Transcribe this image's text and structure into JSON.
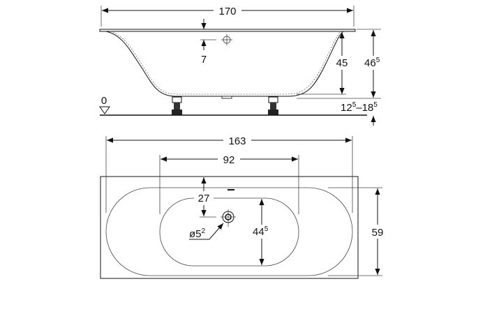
{
  "side_view": {
    "length": "170",
    "overflow_offset": "7",
    "inner_depth": "45",
    "total_height_main": "46",
    "total_height_sup": "5",
    "foot_range_a": "12",
    "foot_range_a_sup": "5",
    "foot_range_sep": "–",
    "foot_range_b": "18",
    "foot_range_b_sup": "5",
    "floor_level": "0"
  },
  "top_view": {
    "outer_length": "163",
    "inner_length": "92",
    "drain_offset": "27",
    "inner_width_main": "44",
    "inner_width_sup": "5",
    "outer_width": "59",
    "drain_diameter_prefix": "ø5",
    "drain_diameter_sup": "2"
  }
}
